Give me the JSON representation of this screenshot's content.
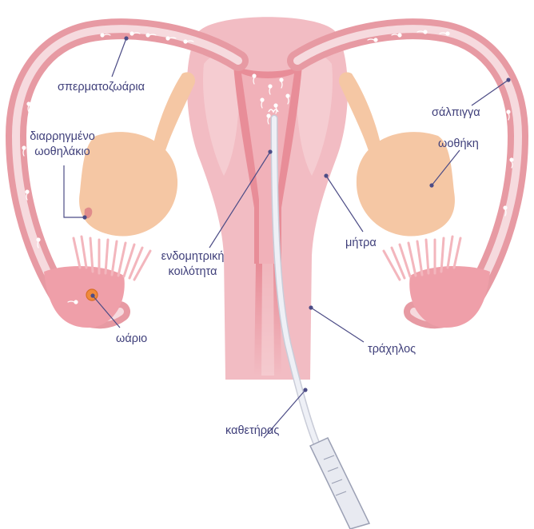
{
  "labels": {
    "sperm": "σπερματοζωάρια",
    "ruptured_follicle": "διαρρηγμένο\nωοθηλάκιο",
    "egg": "ωάριο",
    "endometrial_cavity": "ενδομητρική\nκοιλότητα",
    "uterus": "μήτρα",
    "fallopian_tube": "σάλπιγγα",
    "ovary": "ωοθήκη",
    "cervix": "τράχηλος",
    "catheter": "καθετήρας"
  },
  "colors": {
    "tube_outer": "#e79aa3",
    "tube_inner": "#f6dade",
    "uterus_body": "#f2bcc3",
    "uterus_light": "#f7d3d7",
    "cavity": "#e88d98",
    "ovary": "#f5c7a4",
    "egg": "#f08a3c",
    "catheter": "#e8eaf1",
    "label": "#3f3f7a"
  }
}
